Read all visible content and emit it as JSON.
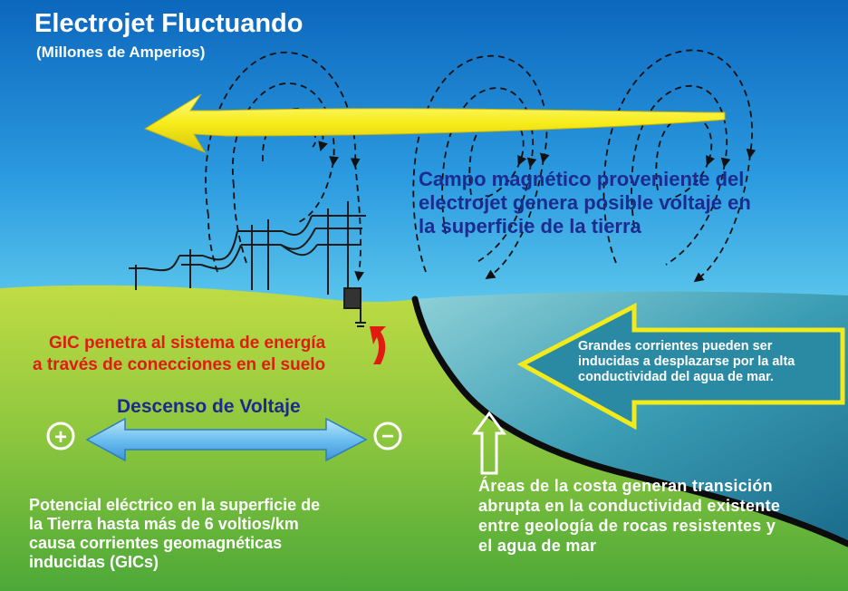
{
  "title": "Electrojet Fluctuando",
  "subtitle": "(Millones de Amperios)",
  "campo_text": [
    "Campo magnético proveniente del",
    "electrojet genera posible voltaje en",
    "la superficie de la tierra"
  ],
  "gic_text": [
    "GIC penetra al sistema de energía",
    "a través de conecciones en el suelo"
  ],
  "descenso_label": "Descenso de Voltaje",
  "plus_sign": "+",
  "minus_sign": "−",
  "grandes_text": [
    "Grandes corrientes pueden ser",
    "inducidas a desplazarse por la alta",
    "conductividad del agua de mar."
  ],
  "potencial_text": [
    "Potencial eléctrico en la superficie de",
    "la Tierra hasta más de 6 voltios/km",
    "causa corrientes geomagnéticas",
    "inducidas (GICs)"
  ],
  "areas_text": [
    "Áreas de la costa generan transición",
    "abrupta en la conductividad existente",
    "entre geología de rocas resistentes y",
    "el agua de mar"
  ],
  "colors": {
    "sky_top": "#0f6fc4",
    "sky_bottom": "#4fc3ea",
    "grass_top": "#b4d438",
    "grass_bottom": "#5bb23a",
    "sea": "#2f8fa8",
    "electrojet": "#f6ee1a",
    "gic_text": "#e01c12",
    "campo_text": "#1c2b8f"
  }
}
